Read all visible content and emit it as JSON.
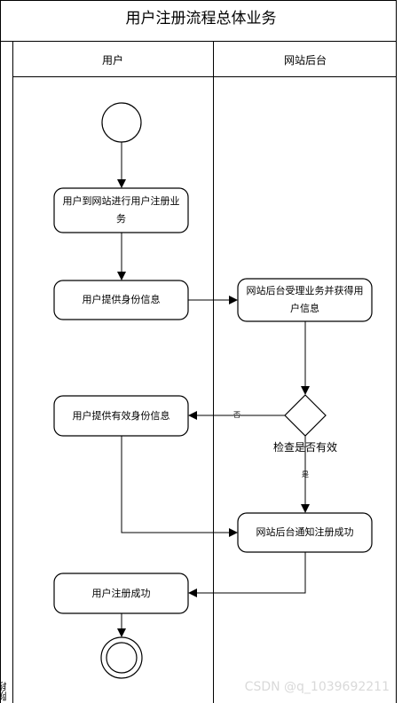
{
  "title": "用户注册流程总体业务",
  "stage_label": "阶段",
  "lanes": [
    {
      "id": "user",
      "label": "用户"
    },
    {
      "id": "site",
      "label": "网站后台"
    }
  ],
  "nodes": {
    "user_register": "用户到网站进行用户注册业务",
    "provide_id": "用户提供身份信息",
    "site_accept": "网站后台受理业务并获得用户信息",
    "provide_valid_id": "用户提供有效身份信息",
    "notify_success": "网站后台通知注册成功",
    "register_success": "用户注册成功"
  },
  "decision": {
    "label": "检查是否有效",
    "no_label": "否",
    "yes_label": "是"
  },
  "watermark": "CSDN @q_1039692211"
}
